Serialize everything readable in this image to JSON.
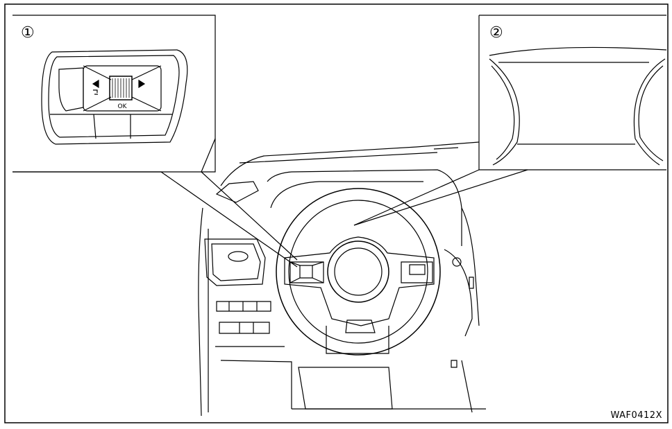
{
  "callouts": [
    {
      "marker": "①"
    },
    {
      "marker": "②"
    }
  ],
  "switch_labels": {
    "ok": "OK"
  },
  "figure_code": "WAF0412X"
}
